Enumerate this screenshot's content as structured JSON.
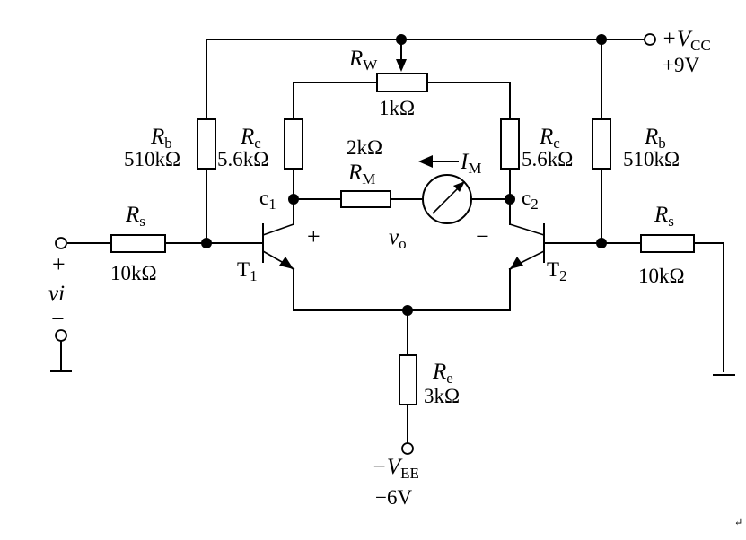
{
  "supply_top": {
    "name": "+V",
    "sub": "CC",
    "value": "+9V"
  },
  "supply_bottom": {
    "name": "−V",
    "sub": "EE",
    "value": "−6V"
  },
  "rb_left": {
    "name": "R",
    "sub": "b",
    "value": "510kΩ"
  },
  "rb_right": {
    "name": "R",
    "sub": "b",
    "value": "510kΩ"
  },
  "rc_left": {
    "name": "R",
    "sub": "c",
    "value": "5.6kΩ"
  },
  "rc_right": {
    "name": "R",
    "sub": "c",
    "value": "5.6kΩ"
  },
  "rw": {
    "name": "R",
    "sub": "W",
    "value": "1kΩ"
  },
  "rm": {
    "name": "R",
    "sub": "M",
    "value": "2kΩ"
  },
  "im": {
    "name": "I",
    "sub": "M"
  },
  "c1": {
    "name": "c",
    "sub": "1"
  },
  "c2": {
    "name": "c",
    "sub": "2"
  },
  "rs_left": {
    "name": "R",
    "sub": "s",
    "value": "10kΩ"
  },
  "rs_right": {
    "name": "R",
    "sub": "s",
    "value": "10kΩ"
  },
  "t1": {
    "name": "T",
    "sub": "1"
  },
  "t2": {
    "name": "T",
    "sub": "2"
  },
  "re": {
    "name": "R",
    "sub": "e",
    "value": "3kΩ"
  },
  "vo": {
    "name": "v",
    "sub": "o",
    "plus": "+",
    "minus": "−"
  },
  "vi": {
    "name": "vi",
    "plus": "+",
    "minus": "−"
  },
  "mark": "↵"
}
